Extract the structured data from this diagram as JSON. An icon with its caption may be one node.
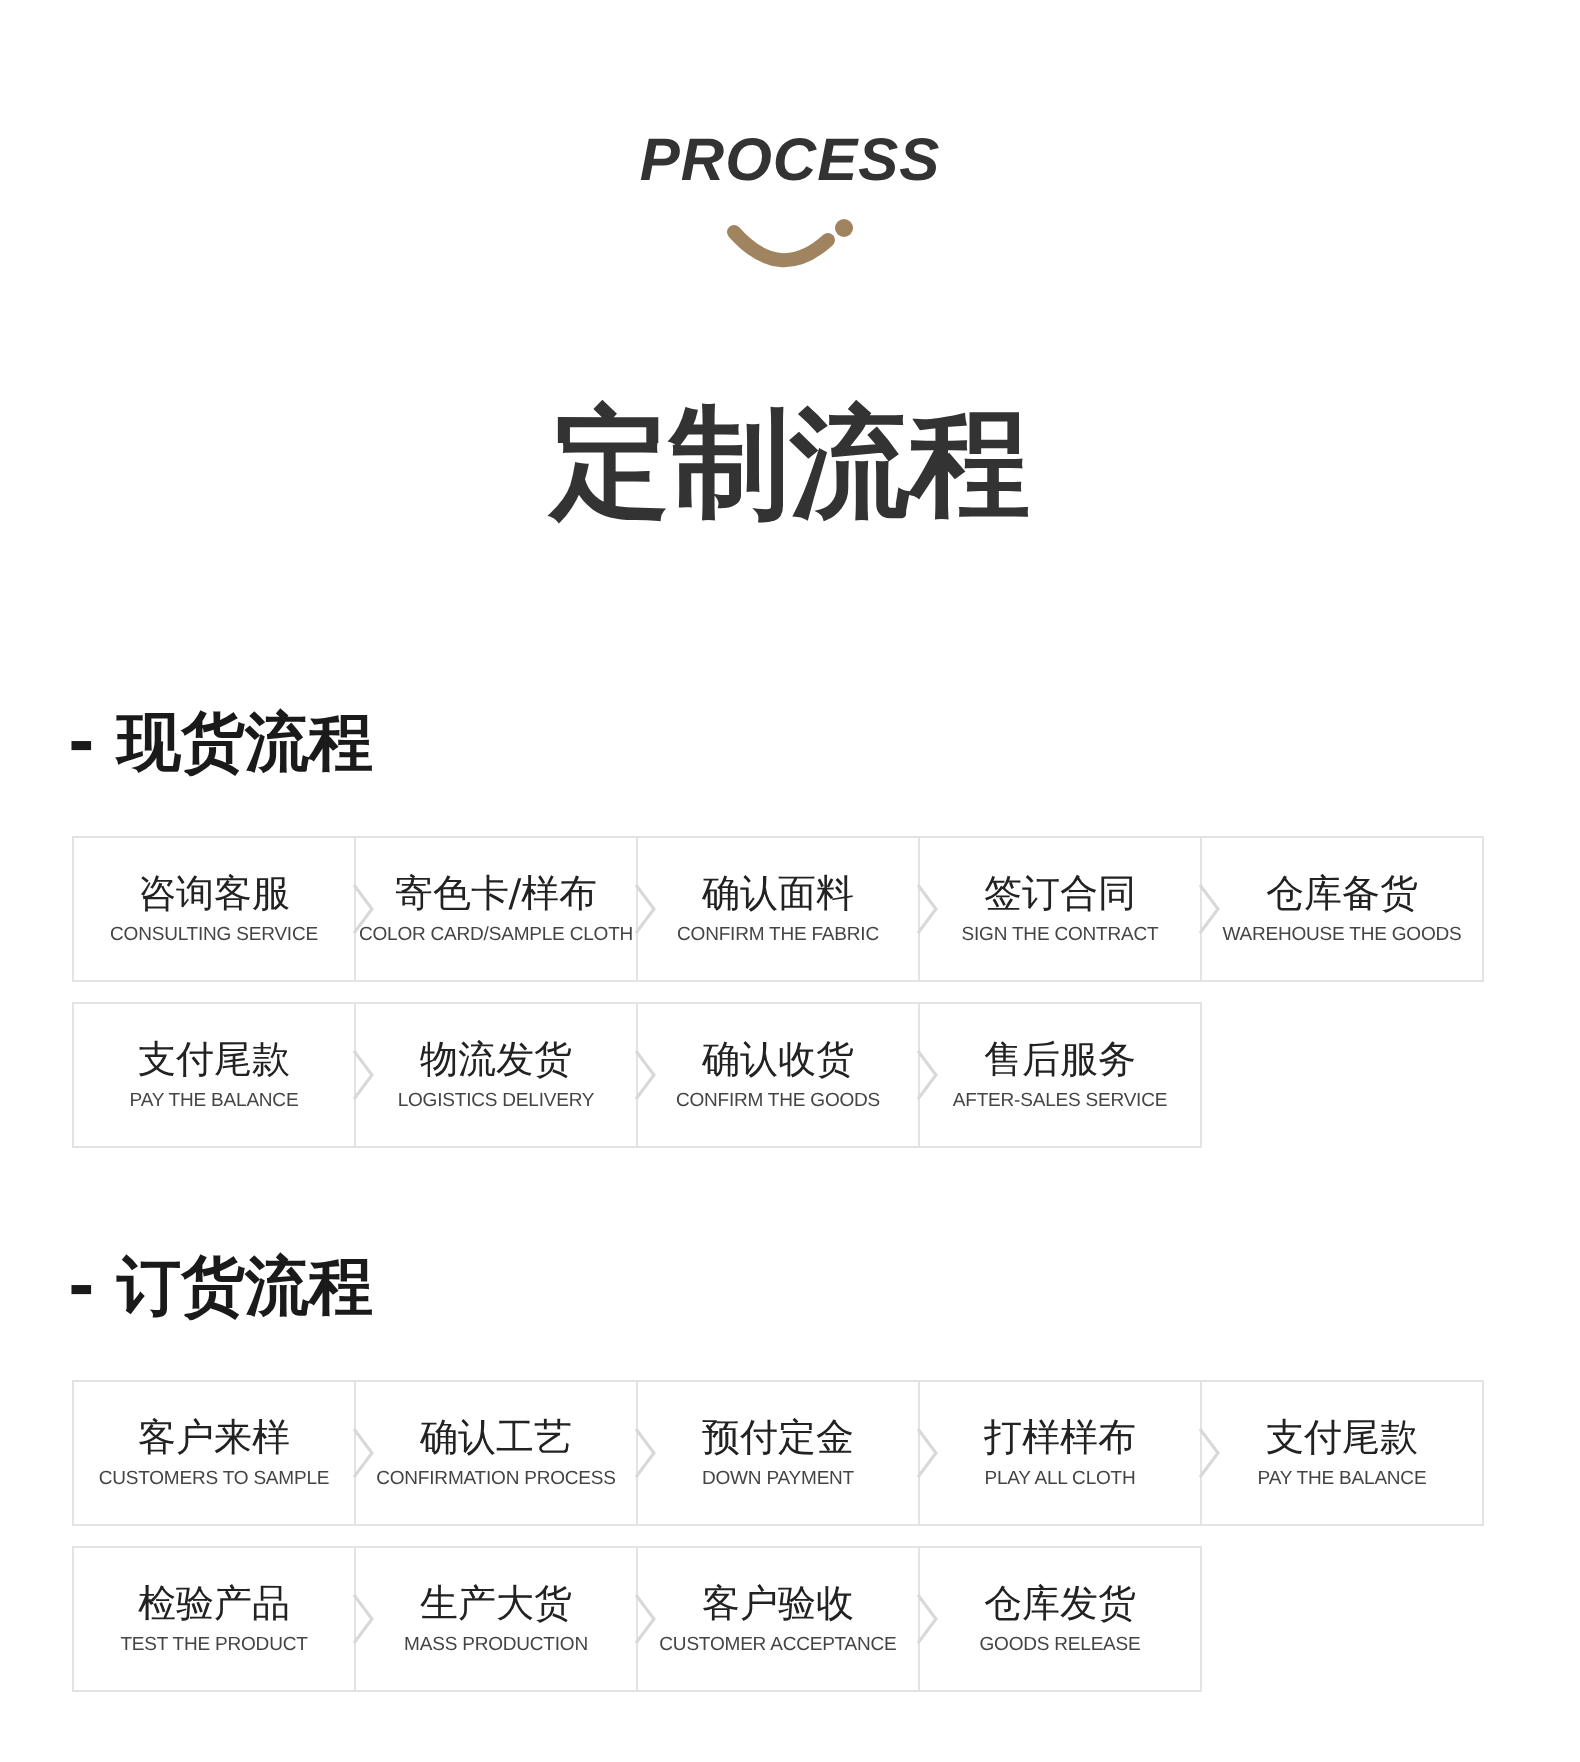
{
  "diagram": {
    "title": "定制流程",
    "nodes": [
      {
        "text": [
          "咨询客服",
          "CONSULTING SERVICE"
        ]
      },
      {
        "text": [
          "寄色卡/样布",
          "COLOR CARD/SAMPLE CLOTH"
        ]
      },
      {
        "text": [
          "确认面料",
          "CONFIRM THE FABRIC"
        ]
      },
      {
        "text": [
          "签订合同",
          "SIGN THE CONTRACT"
        ]
      },
      {
        "text": [
          "仓库备货",
          "WAREHOUSE THE GOODS"
        ]
      },
      {
        "text": [
          "支付尾款",
          "PAY THE BALANCE"
        ]
      },
      {
        "text": [
          "物流发货",
          "LOGISTICS DELIVERY"
        ]
      },
      {
        "text": [
          "确认收货",
          "CONFIRM THE GOODS"
        ]
      },
      {
        "text": [
          "售后服务",
          "AFTER-SALES SERVICE"
        ]
      },
      {
        "text": [
          "客户来样",
          "CUSTOMERS TO SAMPLE"
        ]
      },
      {
        "text": [
          "确认工艺",
          "CONFIRMATION PROCESS"
        ]
      },
      {
        "text": [
          "预付定金",
          "DOWN PAYMENT"
        ]
      },
      {
        "text": [
          "打样样布",
          "PLAY ALL CLOTH"
        ]
      },
      {
        "text": [
          "支付尾款",
          "PAY THE BALANCE"
        ]
      },
      {
        "text": [
          "检验产品",
          "TEST THE PRODUCT"
        ]
      },
      {
        "text": [
          "生产大货",
          "MASS PRODUCTION"
        ]
      },
      {
        "text": [
          "客户验收",
          "CUSTOMER ACCEPTANCE"
        ]
      },
      {
        "text": [
          "仓库发货",
          "GOODS RELEASE"
        ]
      }
    ],
    "edges": [
      {
        "from": 0,
        "to": 1,
        "arrow": "to"
      },
      {
        "from": 1,
        "to": 2,
        "arrow": "to"
      },
      {
        "from": 2,
        "to": 3,
        "arrow": "to"
      },
      {
        "from": 3,
        "to": 4,
        "arrow": "to"
      },
      {
        "from": 5,
        "to": 6,
        "arrow": "to"
      },
      {
        "from": 6,
        "to": 7,
        "arrow": "to"
      },
      {
        "from": 7,
        "to": 8,
        "arrow": "to"
      },
      {
        "from": 9,
        "to": 10,
        "arrow": "to"
      },
      {
        "from": 10,
        "to": 11,
        "arrow": "to"
      },
      {
        "from": 11,
        "to": 12,
        "arrow": "to"
      },
      {
        "from": 12,
        "to": 13,
        "arrow": "to"
      },
      {
        "from": 14,
        "to": 15,
        "arrow": "to"
      },
      {
        "from": 15,
        "to": 16,
        "arrow": "to"
      },
      {
        "from": 16,
        "to": 17,
        "arrow": "to"
      }
    ],
    "labels": [
      "PROCESS",
      "- 现货流程",
      "- 订货流程"
    ]
  }
}
